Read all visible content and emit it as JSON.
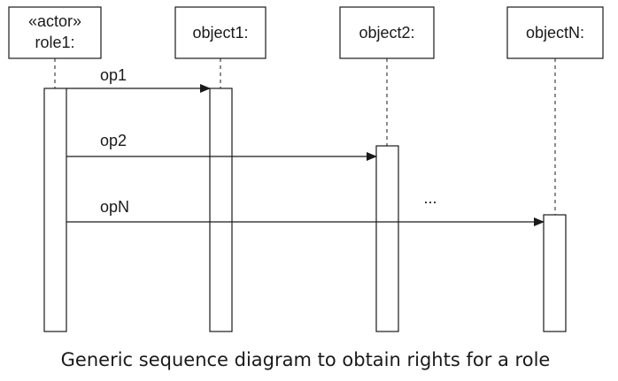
{
  "participants": [
    {
      "id": "role1",
      "stereotype": "«actor»",
      "name": "role1:"
    },
    {
      "id": "object1",
      "name": "object1:"
    },
    {
      "id": "object2",
      "name": "object2:"
    },
    {
      "id": "objectN",
      "name": "objectN:"
    }
  ],
  "messages": [
    {
      "label": "op1",
      "from": "role1",
      "to": "object1"
    },
    {
      "label": "op2",
      "from": "role1",
      "to": "object2"
    },
    {
      "label": "opN",
      "from": "role1",
      "to": "objectN"
    }
  ],
  "ellipsis": "...",
  "caption": "Generic sequence diagram to obtain rights for a role",
  "colors": {
    "stroke": "#1a1a1a",
    "background": "#ffffff"
  }
}
